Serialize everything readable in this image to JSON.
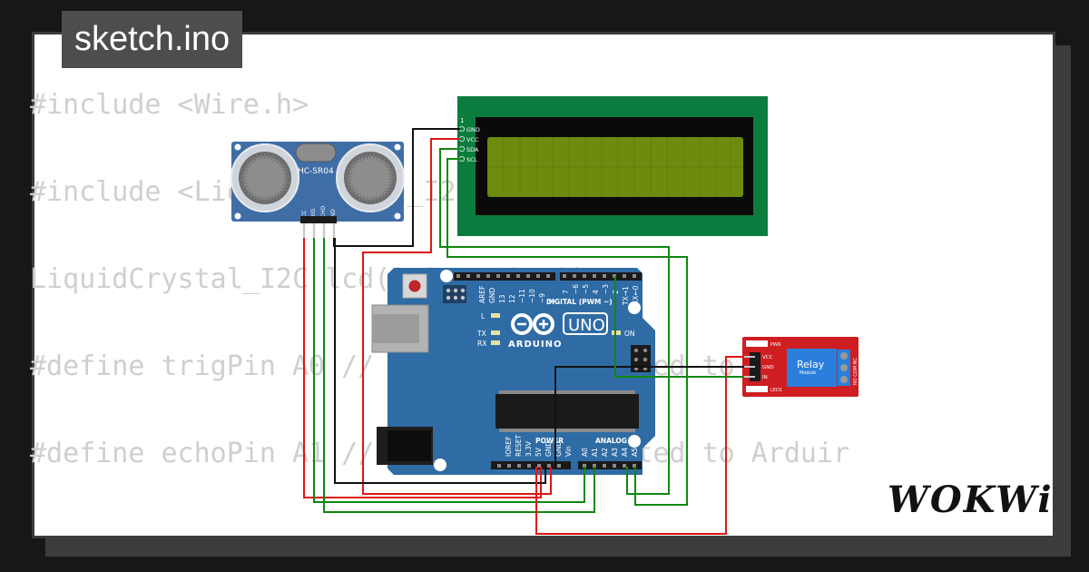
{
  "tab": {
    "filename": "sketch.ino"
  },
  "code_lines": [
    "#include <Wire.h>",
    "#include <LiquidCrystal_I2C.h>",
    "LiquidCrystal_I2C lcd(0x27, 16, 2);",
    "#define trigPin A0 // Trig pin connected to Arduir",
    "#define echoPin A1 // Echo pin connected to Arduir"
  ],
  "lcd": {
    "pin1": "1",
    "pins": [
      "GND",
      "VCC",
      "SDA",
      "SCL"
    ]
  },
  "sensor": {
    "model": "HC-SR04",
    "pins": [
      "VCC",
      "TRIG",
      "ECHO",
      "GND"
    ]
  },
  "arduino": {
    "model": "UNO",
    "brand": "ARDUINO",
    "digital_label": "DIGITAL (PWM ~)",
    "top_pins": [
      "AREF",
      "GND",
      "13",
      "12",
      "~11",
      "~10",
      "~9",
      "8",
      "7",
      "~6",
      "~5",
      "4",
      "~3",
      "2",
      "TX→1",
      "RX←0"
    ],
    "led_l": "L",
    "led_tx": "TX",
    "led_rx": "RX",
    "led_on": "ON",
    "power_label": "POWER",
    "power_pins": [
      "IOREF",
      "RESET",
      "3.3V",
      "5V",
      "GND",
      "GND",
      "Vin"
    ],
    "analog_label": "ANALOG IN",
    "analog_pins": [
      "A0",
      "A1",
      "A2",
      "A3",
      "A4",
      "A5"
    ]
  },
  "relay": {
    "label": "Relay",
    "sublabel": "Module",
    "pins": [
      "VCC",
      "GND",
      "IN"
    ],
    "pwr": "PWR",
    "led1": "LED1",
    "terminals": "NO COM NC"
  },
  "brand": {
    "logo": "WOKWi"
  },
  "colors": {
    "lcd_pcb": "#0b7c3e",
    "lcd_screen": "#6d8c0e",
    "sensor_pcb": "#3f6ea7",
    "arduino_pcb": "#2f6ca5",
    "relay_pcb": "#cf1e22",
    "relay_body": "#2a7fdc",
    "wire_red": "#e01616",
    "wire_green": "#108810",
    "wire_black": "#111111"
  }
}
